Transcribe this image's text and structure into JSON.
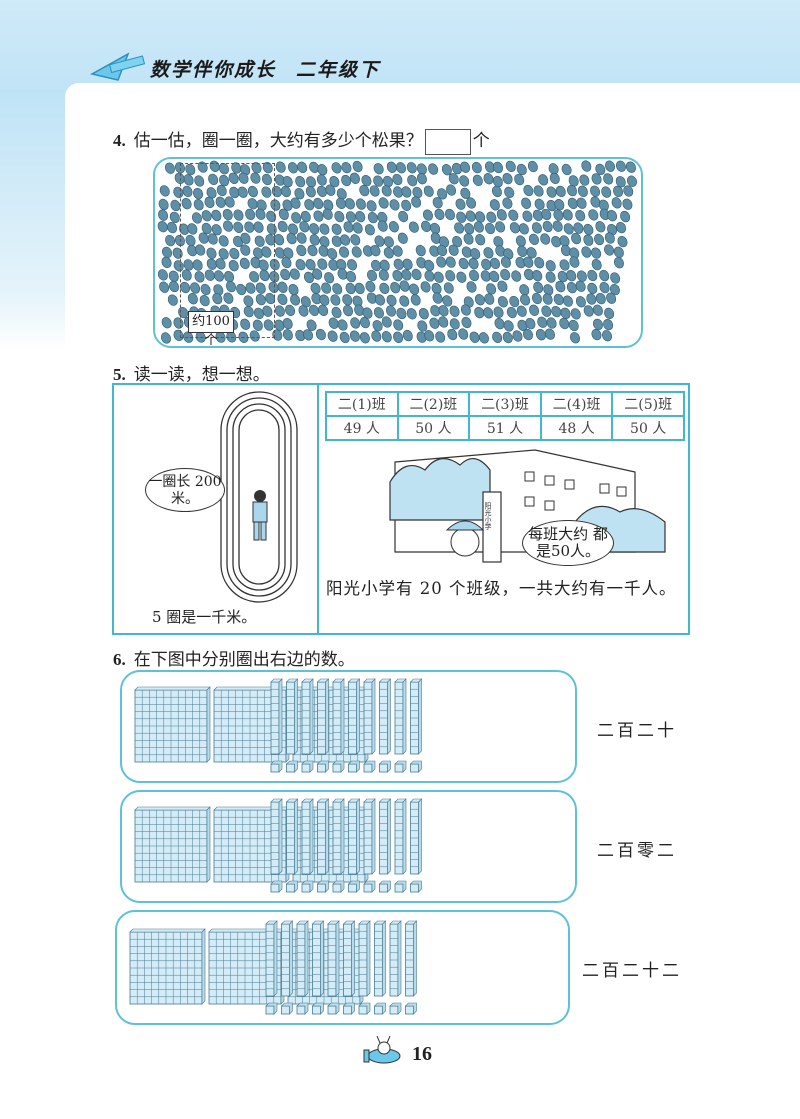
{
  "header": {
    "title": "数学伴你成长",
    "grade": "二年级下"
  },
  "q4": {
    "number": "4.",
    "text": "估一估，圈一圈，大约有多少个松果？",
    "answer": "",
    "unit": "个",
    "sample_label": "约100个"
  },
  "q5": {
    "number": "5.",
    "text": "读一读，想一想。",
    "bubble_track": "一圈长 200米。",
    "track_caption": "5 圈是一千米。",
    "table": {
      "headers": [
        "二(1)班",
        "二(2)班",
        "二(3)班",
        "二(4)班",
        "二(5)班"
      ],
      "values": [
        "49 人",
        "50 人",
        "51 人",
        "48 人",
        "50 人"
      ]
    },
    "school_sign": "阳光小学",
    "bubble_class": "每班大约 都是50人。",
    "school_caption": "阳光小学有 20 个班级，一共大约有一千人。"
  },
  "q6": {
    "number": "6.",
    "text": "在下图中分别圈出右边的数。",
    "items": [
      {
        "label": "二百二十",
        "hundreds": 3,
        "tens": 10,
        "ones": 10
      },
      {
        "label": "二百零二",
        "hundreds": 3,
        "tens": 10,
        "ones": 10
      },
      {
        "label": "二百二十二",
        "hundreds": 3,
        "tens": 10,
        "ones": 10
      }
    ]
  },
  "footer": {
    "page": "16"
  },
  "colors": {
    "accent": "#43b7cf",
    "pinecone": "#5f8fa6",
    "block_fill": "#d3ecf7"
  }
}
